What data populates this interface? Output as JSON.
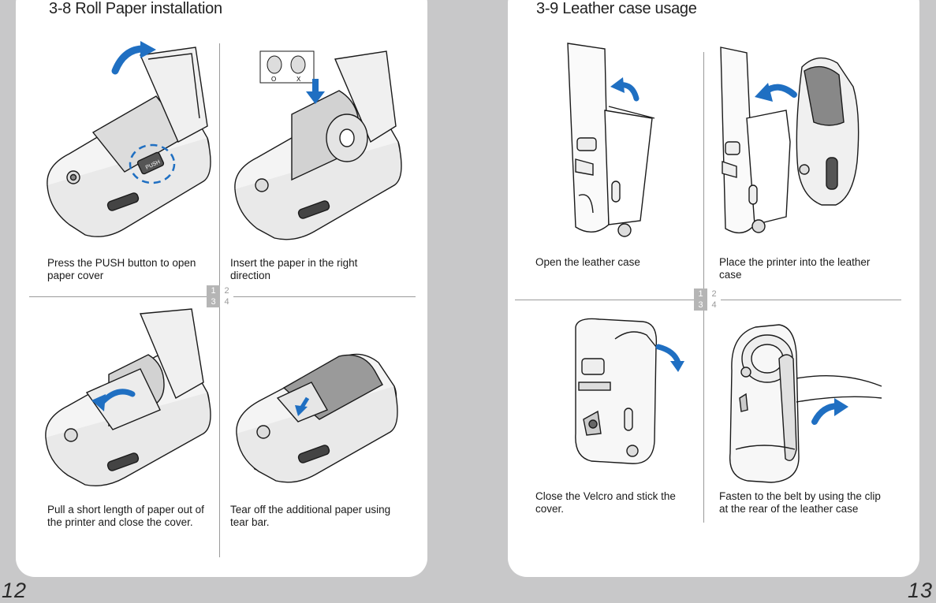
{
  "left_page": {
    "title": "3-8 Roll Paper installation",
    "steps": [
      {
        "caption": "Press the PUSH button to open paper cover",
        "illustration": "printer-open-push-button"
      },
      {
        "caption": "Insert the paper in the right direction",
        "illustration": "printer-insert-roll"
      },
      {
        "caption": "Pull a short length of paper out of the printer and close the cover.",
        "illustration": "printer-pull-paper"
      },
      {
        "caption": "Tear off the additional paper using tear bar.",
        "illustration": "printer-tear-paper"
      }
    ],
    "orientation_marks": [
      "O",
      "X"
    ],
    "quad_key": [
      "1",
      "2",
      "3",
      "4"
    ],
    "page_number": "12"
  },
  "right_page": {
    "title": "3-9 Leather case usage",
    "steps": [
      {
        "caption": "Open the leather case",
        "illustration": "case-open"
      },
      {
        "caption": "Place the printer into the leather case",
        "illustration": "case-insert-printer"
      },
      {
        "caption": "Close the Velcro and stick the cover.",
        "illustration": "case-closed"
      },
      {
        "caption": "Fasten to the belt by using the clip at the rear of the leather case",
        "illustration": "case-belt-clip"
      }
    ],
    "quad_key": [
      "1",
      "2",
      "3",
      "4"
    ],
    "page_number": "13"
  },
  "label_push": "PUSH",
  "colors": {
    "background": "#c8c8c9",
    "panel": "#ffffff",
    "arrow": "#1f6fc2",
    "line": "#1a1a1a"
  }
}
